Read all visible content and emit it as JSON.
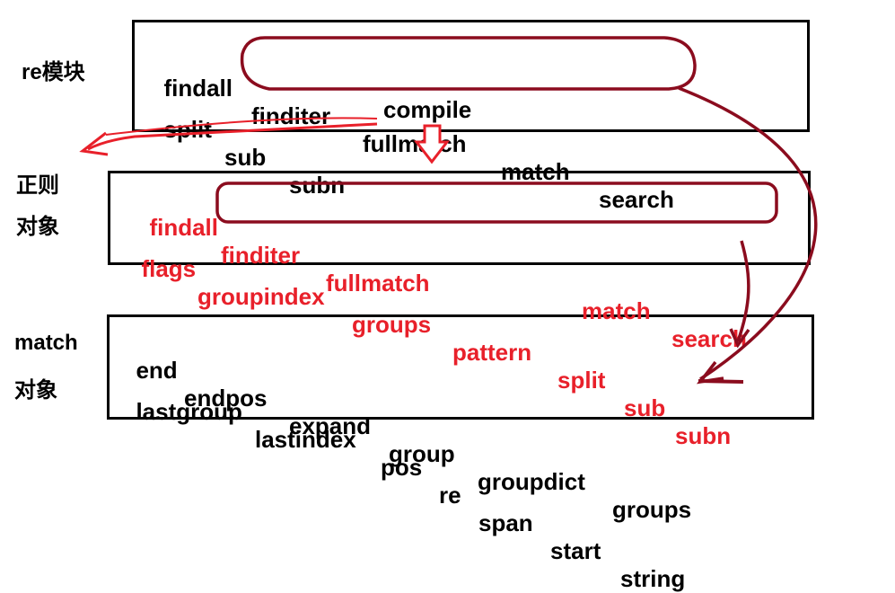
{
  "labels": {
    "re_module": "re模块",
    "regex_object_line1": "正则",
    "regex_object_line2": "对象",
    "match_object_line1": "match",
    "match_object_line2": "对象"
  },
  "re_module": {
    "row1": [
      "findall",
      "finditer",
      "fullmatch",
      "match",
      "search"
    ],
    "row2": [
      "split",
      "sub",
      "subn"
    ]
  },
  "compile_label": "compile",
  "regex_object": {
    "row1": [
      "findall",
      "finditer",
      "fullmatch",
      "match",
      "search"
    ],
    "row2": [
      "flags",
      "groupindex",
      "groups",
      "pattern",
      "split",
      "sub",
      "subn"
    ]
  },
  "match_object": {
    "row1": [
      "end",
      "endpos",
      "expand",
      "group",
      "groupdict",
      "groups"
    ],
    "row2": [
      "lastgroup",
      "lastindex",
      "pos",
      "re",
      "span",
      "start",
      "string"
    ]
  },
  "colors": {
    "border": "#000000",
    "regex_text": "#e8202a",
    "red_arrow": "#e8202a",
    "dark_red_ink": "#8b0c1e"
  }
}
